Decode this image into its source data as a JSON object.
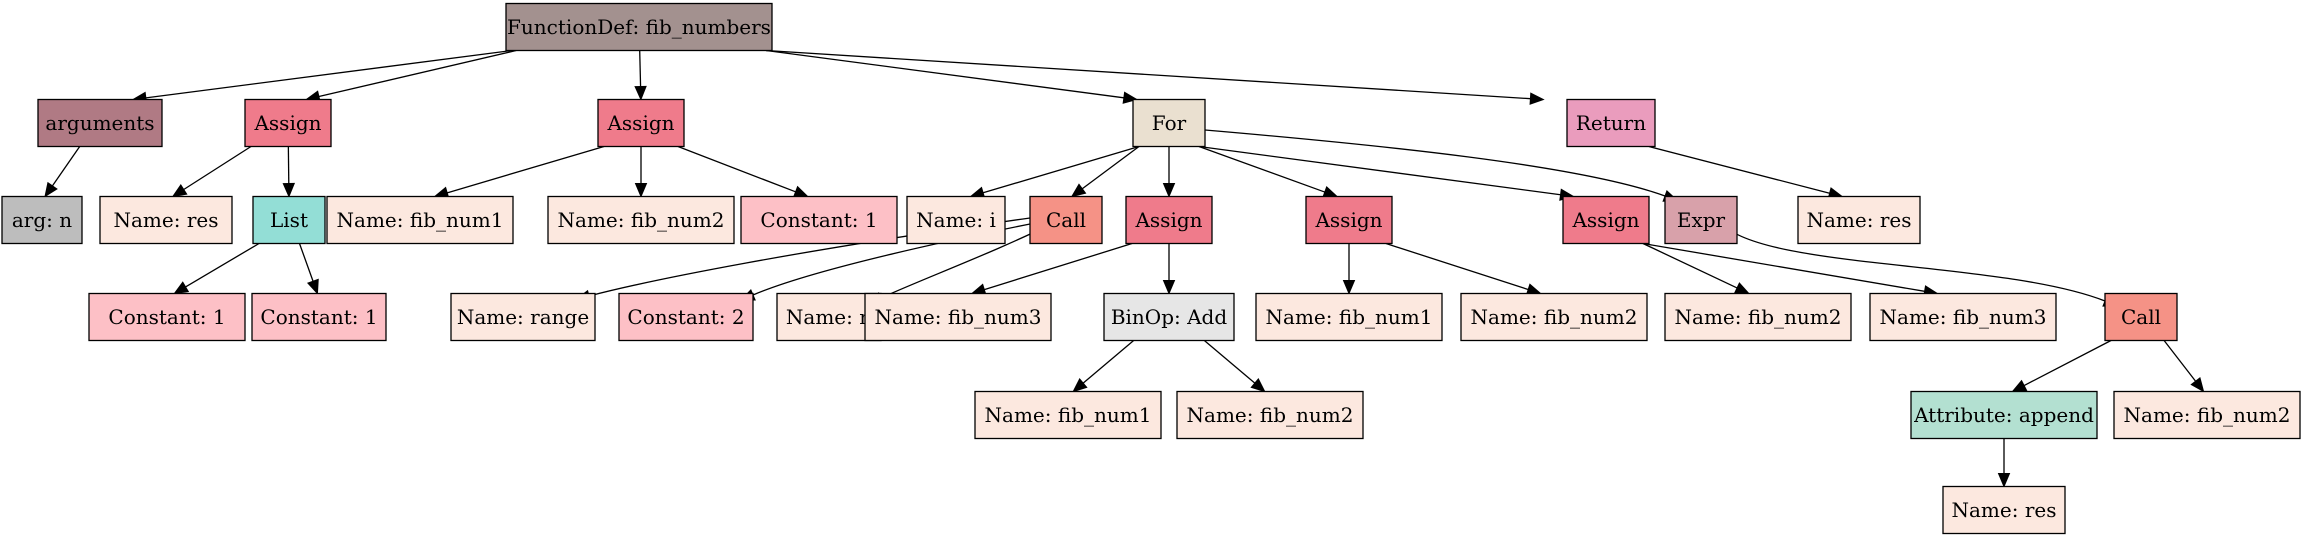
{
  "colors": {
    "FunctionDef": "#a3918f",
    "arguments": "#b07a84",
    "arg": "#bdbdbd",
    "Assign": "#ef7b8b",
    "Name": "#fce8df",
    "List": "#93ded6",
    "Constant": "#fdc0c6",
    "For": "#eae0d0",
    "Call": "#f59286",
    "BinOp": "#e6e6e6",
    "Return": "#ea9cbd",
    "Expr": "#d8a1aa",
    "Attribute": "#b3e0d1"
  },
  "nodes": {
    "n_funcdef": {
      "label": "FunctionDef: fib_numbers",
      "kind": "FunctionDef"
    },
    "n_arguments": {
      "label": "arguments",
      "kind": "arguments"
    },
    "n_arg_n": {
      "label": "arg: n",
      "kind": "arg"
    },
    "n_assign1": {
      "label": "Assign",
      "kind": "Assign"
    },
    "n_name_res1": {
      "label": "Name: res",
      "kind": "Name"
    },
    "n_list": {
      "label": "List",
      "kind": "List"
    },
    "n_const1a": {
      "label": "Constant: 1",
      "kind": "Constant"
    },
    "n_const1b": {
      "label": "Constant: 1",
      "kind": "Constant"
    },
    "n_assign2": {
      "label": "Assign",
      "kind": "Assign"
    },
    "n_name_fib1a": {
      "label": "Name: fib_num1",
      "kind": "Name"
    },
    "n_name_fib2a": {
      "label": "Name: fib_num2",
      "kind": "Name"
    },
    "n_const1c": {
      "label": "Constant: 1",
      "kind": "Constant"
    },
    "n_for": {
      "label": "For",
      "kind": "For"
    },
    "n_name_i": {
      "label": "Name: i",
      "kind": "Name"
    },
    "n_call_range": {
      "label": "Call",
      "kind": "Call"
    },
    "n_name_range": {
      "label": "Name: range",
      "kind": "Name"
    },
    "n_const2": {
      "label": "Constant: 2",
      "kind": "Constant"
    },
    "n_name_n": {
      "label": "Name: n",
      "kind": "Name"
    },
    "n_assign3": {
      "label": "Assign",
      "kind": "Assign"
    },
    "n_name_fib3a": {
      "label": "Name: fib_num3",
      "kind": "Name"
    },
    "n_binop": {
      "label": "BinOp: Add",
      "kind": "BinOp"
    },
    "n_name_fib1b": {
      "label": "Name: fib_num1",
      "kind": "Name"
    },
    "n_name_fib2b": {
      "label": "Name: fib_num2",
      "kind": "Name"
    },
    "n_assign4": {
      "label": "Assign",
      "kind": "Assign"
    },
    "n_name_fib1c": {
      "label": "Name: fib_num1",
      "kind": "Name"
    },
    "n_name_fib2c": {
      "label": "Name: fib_num2",
      "kind": "Name"
    },
    "n_assign5": {
      "label": "Assign",
      "kind": "Assign"
    },
    "n_name_fib2d": {
      "label": "Name: fib_num2",
      "kind": "Name"
    },
    "n_name_fib3b": {
      "label": "Name: fib_num3",
      "kind": "Name"
    },
    "n_expr": {
      "label": "Expr",
      "kind": "Expr"
    },
    "n_call_append": {
      "label": "Call",
      "kind": "Call"
    },
    "n_attr_append": {
      "label": "Attribute: append",
      "kind": "Attribute"
    },
    "n_name_res2": {
      "label": "Name: res",
      "kind": "Name"
    },
    "n_name_fib2e": {
      "label": "Name: fib_num2",
      "kind": "Name"
    },
    "n_return": {
      "label": "Return",
      "kind": "Return"
    },
    "n_name_res3": {
      "label": "Name: res",
      "kind": "Name"
    }
  },
  "edges": [
    [
      "n_funcdef",
      "n_arguments"
    ],
    [
      "n_funcdef",
      "n_assign1"
    ],
    [
      "n_funcdef",
      "n_assign2"
    ],
    [
      "n_funcdef",
      "n_for"
    ],
    [
      "n_funcdef",
      "n_return"
    ],
    [
      "n_arguments",
      "n_arg_n"
    ],
    [
      "n_assign1",
      "n_name_res1"
    ],
    [
      "n_assign1",
      "n_list"
    ],
    [
      "n_list",
      "n_const1a"
    ],
    [
      "n_list",
      "n_const1b"
    ],
    [
      "n_assign2",
      "n_name_fib1a"
    ],
    [
      "n_assign2",
      "n_name_fib2a"
    ],
    [
      "n_assign2",
      "n_const1c"
    ],
    [
      "n_for",
      "n_name_i"
    ],
    [
      "n_for",
      "n_call_range"
    ],
    [
      "n_for",
      "n_assign3"
    ],
    [
      "n_for",
      "n_assign4"
    ],
    [
      "n_for",
      "n_assign5"
    ],
    [
      "n_for",
      "n_expr"
    ],
    [
      "n_call_range",
      "n_name_range"
    ],
    [
      "n_call_range",
      "n_const2"
    ],
    [
      "n_call_range",
      "n_name_n"
    ],
    [
      "n_assign3",
      "n_name_fib3a"
    ],
    [
      "n_assign3",
      "n_binop"
    ],
    [
      "n_binop",
      "n_name_fib1b"
    ],
    [
      "n_binop",
      "n_name_fib2b"
    ],
    [
      "n_assign4",
      "n_name_fib1c"
    ],
    [
      "n_assign4",
      "n_name_fib2c"
    ],
    [
      "n_assign5",
      "n_name_fib2d"
    ],
    [
      "n_assign5",
      "n_name_fib3b"
    ],
    [
      "n_expr",
      "n_call_append"
    ],
    [
      "n_call_append",
      "n_attr_append"
    ],
    [
      "n_call_append",
      "n_name_fib2e"
    ],
    [
      "n_attr_append",
      "n_name_res2"
    ],
    [
      "n_return",
      "n_name_res3"
    ]
  ]
}
